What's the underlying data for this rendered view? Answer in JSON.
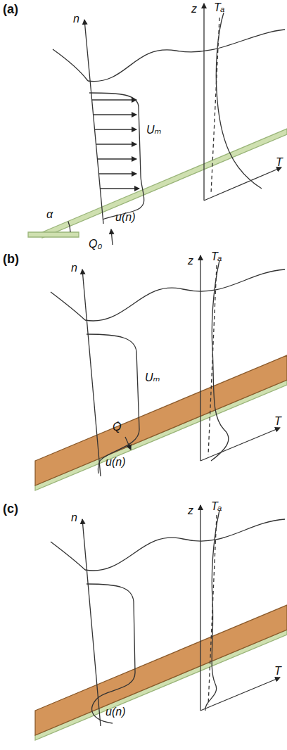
{
  "diagram": {
    "labels": [
      "(a)",
      "n",
      "z",
      "Tₐ",
      "Uₘ",
      "T",
      "α",
      "u(n)",
      "Q₀",
      "(b)",
      "n",
      "z",
      "Tₐ",
      "Uₘ",
      "T",
      "Q̇",
      "u(n)",
      "(c)",
      "n",
      "z",
      "Tₐ",
      "T",
      "u(n)"
    ]
  }
}
